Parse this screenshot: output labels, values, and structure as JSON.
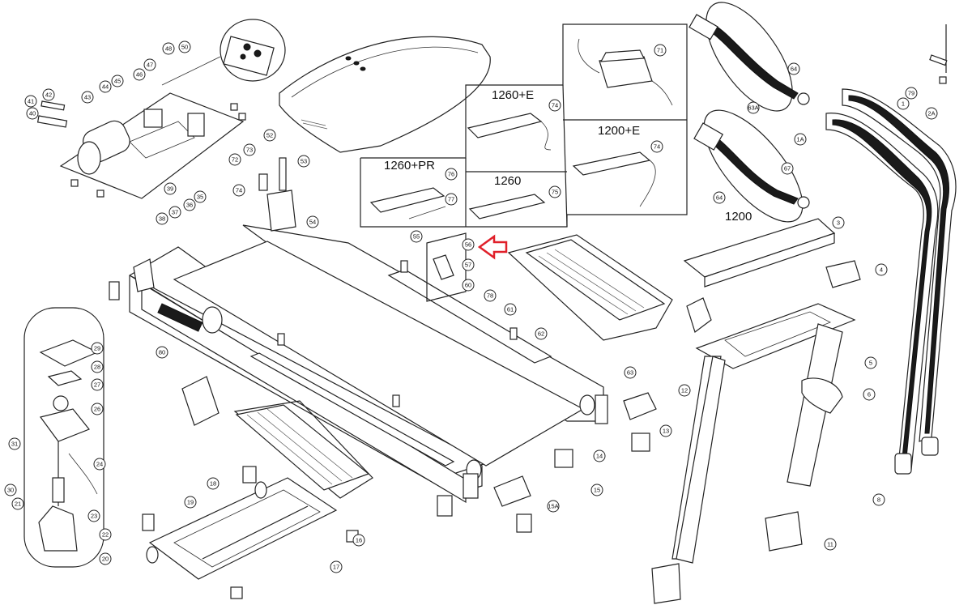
{
  "model_labels": {
    "m1260E": "1260+E",
    "m1260PR": "1260+PR",
    "m1260": "1260",
    "m1200E": "1200+E",
    "m1200": "1200"
  },
  "highlight_color": "#e0202a",
  "callouts": [
    "1",
    "1A",
    "2A",
    "3",
    "4",
    "5",
    "6",
    "8",
    "11",
    "12",
    "13",
    "14",
    "15",
    "15A",
    "16",
    "17",
    "18",
    "19",
    "20",
    "21",
    "22",
    "23",
    "24",
    "26",
    "27",
    "28",
    "29",
    "30",
    "31",
    "35",
    "36",
    "37",
    "38",
    "39",
    "40",
    "41",
    "42",
    "43",
    "44",
    "45",
    "46",
    "47",
    "48",
    "50",
    "52",
    "53",
    "54",
    "55",
    "56",
    "57",
    "60",
    "61",
    "62",
    "63",
    "63A",
    "64",
    "64",
    "67",
    "71",
    "72",
    "73",
    "74",
    "74",
    "74",
    "75",
    "76",
    "77",
    "78",
    "79",
    "80"
  ]
}
